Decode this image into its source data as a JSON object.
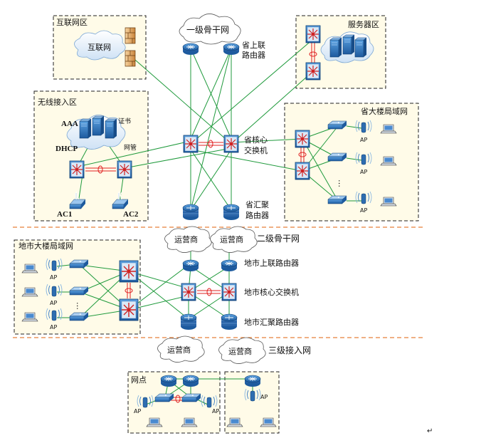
{
  "zones": {
    "internet": "互联网区",
    "servers": "服务器区",
    "wireless": "无线接入区",
    "prov_lan": "省大楼局域网",
    "city_lan": "地市大楼局域网",
    "site": "网点"
  },
  "clouds": {
    "internet": "互联网",
    "tier1": "一级骨干网",
    "carrier": "运营商"
  },
  "labels": {
    "prov_uplink_1": "省上联",
    "prov_uplink_2": "路由器",
    "prov_core_1": "省核心",
    "prov_core_2": "交换机",
    "prov_agg_1": "省汇聚",
    "prov_agg_2": "路由器",
    "tier2": "二级骨干网",
    "city_uplink": "地市上联路由器",
    "city_core": "地市核心交换机",
    "city_agg": "地市汇聚路由器",
    "tier3": "三级接入网",
    "aaa": "AAA",
    "cert": "证书",
    "dhcp": "DHCP",
    "netmgmt": "网管",
    "ac1": "AC1",
    "ac2": "AC2",
    "ap": "AP",
    "ellipsis": "…",
    "cursor_mark": "↵"
  },
  "colors": {
    "link": "#1f9a3c",
    "stack_link": "#e02020",
    "zone_fill": "#fffbe8",
    "separator": "#e8803a",
    "device_blue": "#2e6db0"
  }
}
